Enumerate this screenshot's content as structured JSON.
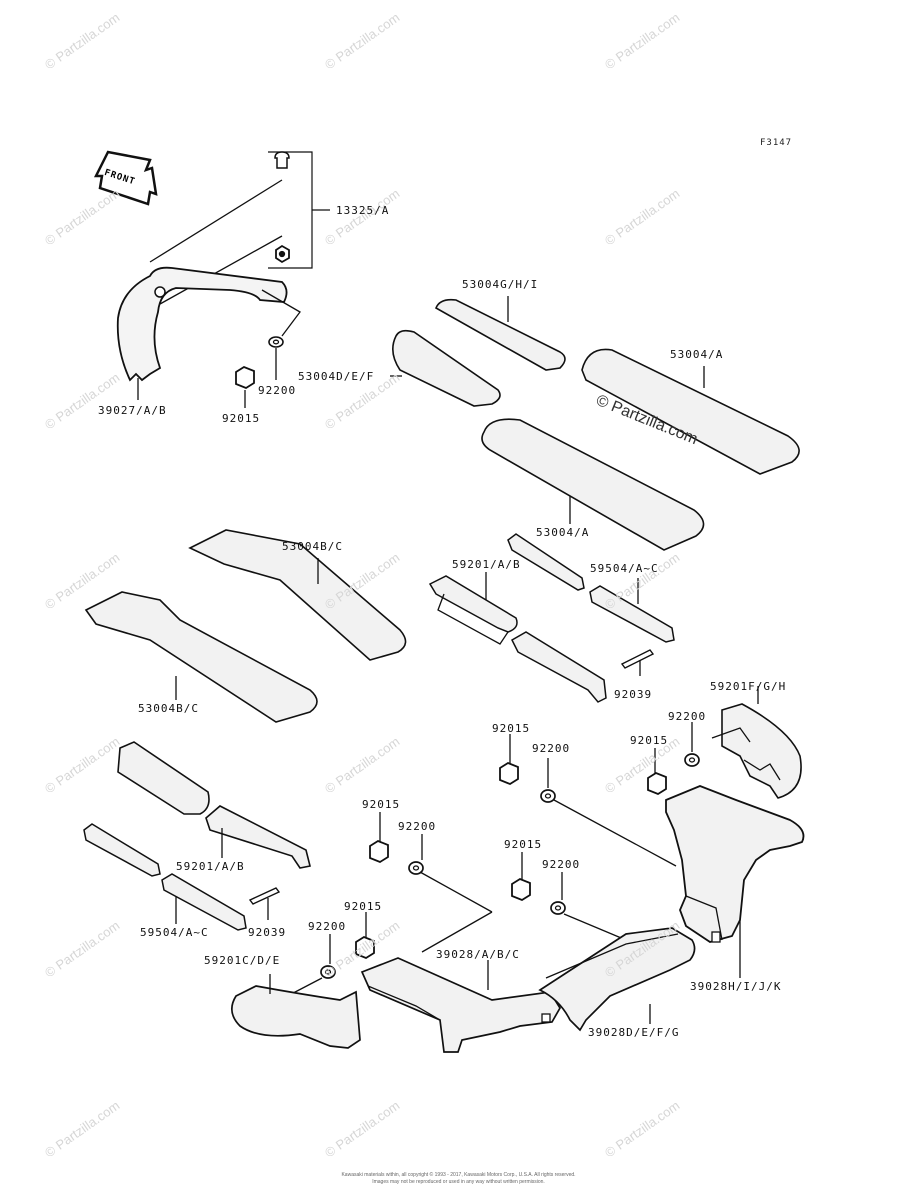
{
  "figure_code": "F3147",
  "front_label": "FRONT",
  "watermark_text": "© Partzilla.com",
  "watermark_main": "© Partzilla.com",
  "footer": {
    "line1": "Kawasaki materials within, all copyright © 1993 - 2017, Kawasaki Motors Corp., U.S.A. All rights reserved.",
    "line2": "Images may not be reproduced or used in any way without written permission."
  },
  "callouts": {
    "c13325": "13325/A",
    "c39027": "39027/A/B",
    "c92015a": "92015",
    "c92200a": "92200",
    "c53004ghi": "53004G/H/I",
    "c53004def": "53004D/E/F",
    "c53004a_top": "53004/A",
    "c53004a_mid": "53004/A",
    "c53004bc_top": "53004B/C",
    "c53004bc_bot": "53004B/C",
    "c59201ab_top": "59201/A/B",
    "c59504_top": "59504/A~C",
    "c92039_top": "92039",
    "c59201fgh": "59201F/G/H",
    "c92200b": "92200",
    "c92015b": "92015",
    "c92015c": "92015",
    "c92200c": "92200",
    "c92015d": "92015",
    "c92200d": "92200",
    "c92015e": "92015",
    "c92200e": "92200",
    "c59201ab_bot": "59201/A/B",
    "c59504_bot": "59504/A~C",
    "c92039_bot": "92039",
    "c92015f": "92015",
    "c92200f": "92200",
    "c59201cde": "59201C/D/E",
    "c39028abc": "39028/A/B/C",
    "c39028hijk": "39028H/I/J/K",
    "c39028defg": "39028D/E/F/G"
  }
}
